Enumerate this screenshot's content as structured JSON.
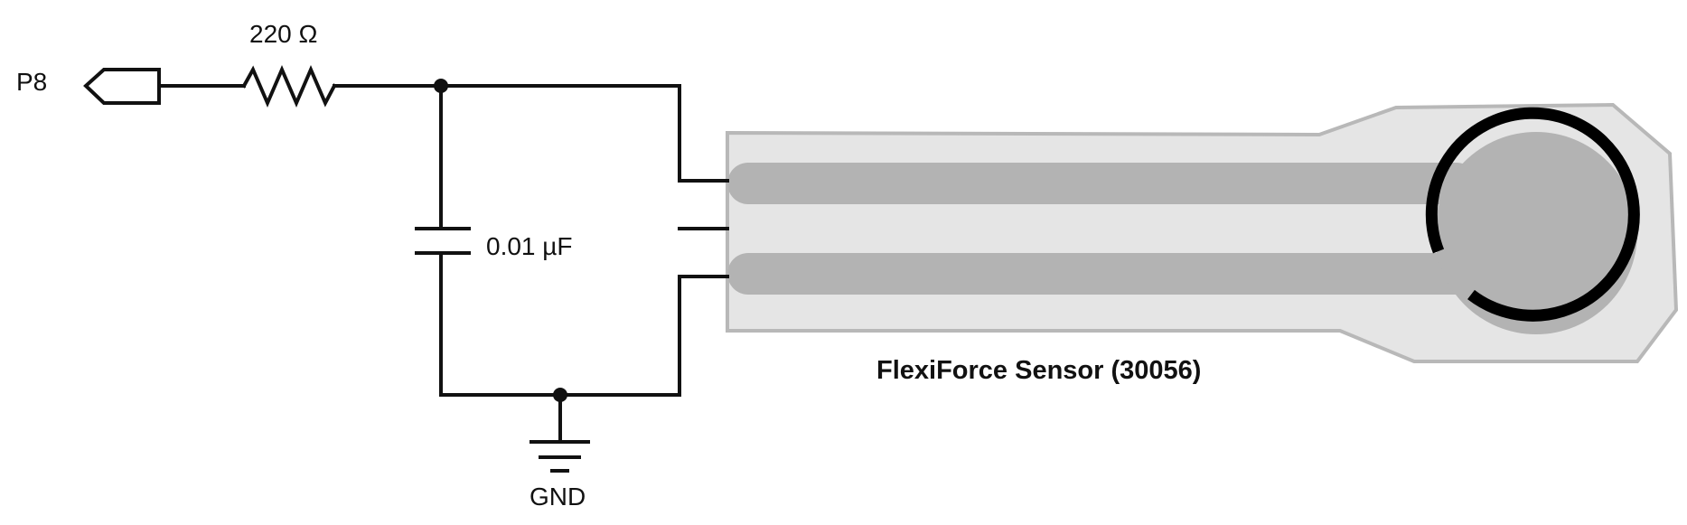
{
  "labels": {
    "pin": "P8",
    "resistor": "220 Ω",
    "capacitor": "0.01 µF",
    "ground": "GND",
    "sensor": "FlexiForce Sensor (30056)"
  },
  "colors": {
    "wire": "#111111",
    "sensor_body_fill": "#e5e5e5",
    "sensor_body_outline": "#b8b8b8",
    "sensor_trace": "#b3b3b3",
    "sensing_ring": "#000000"
  }
}
